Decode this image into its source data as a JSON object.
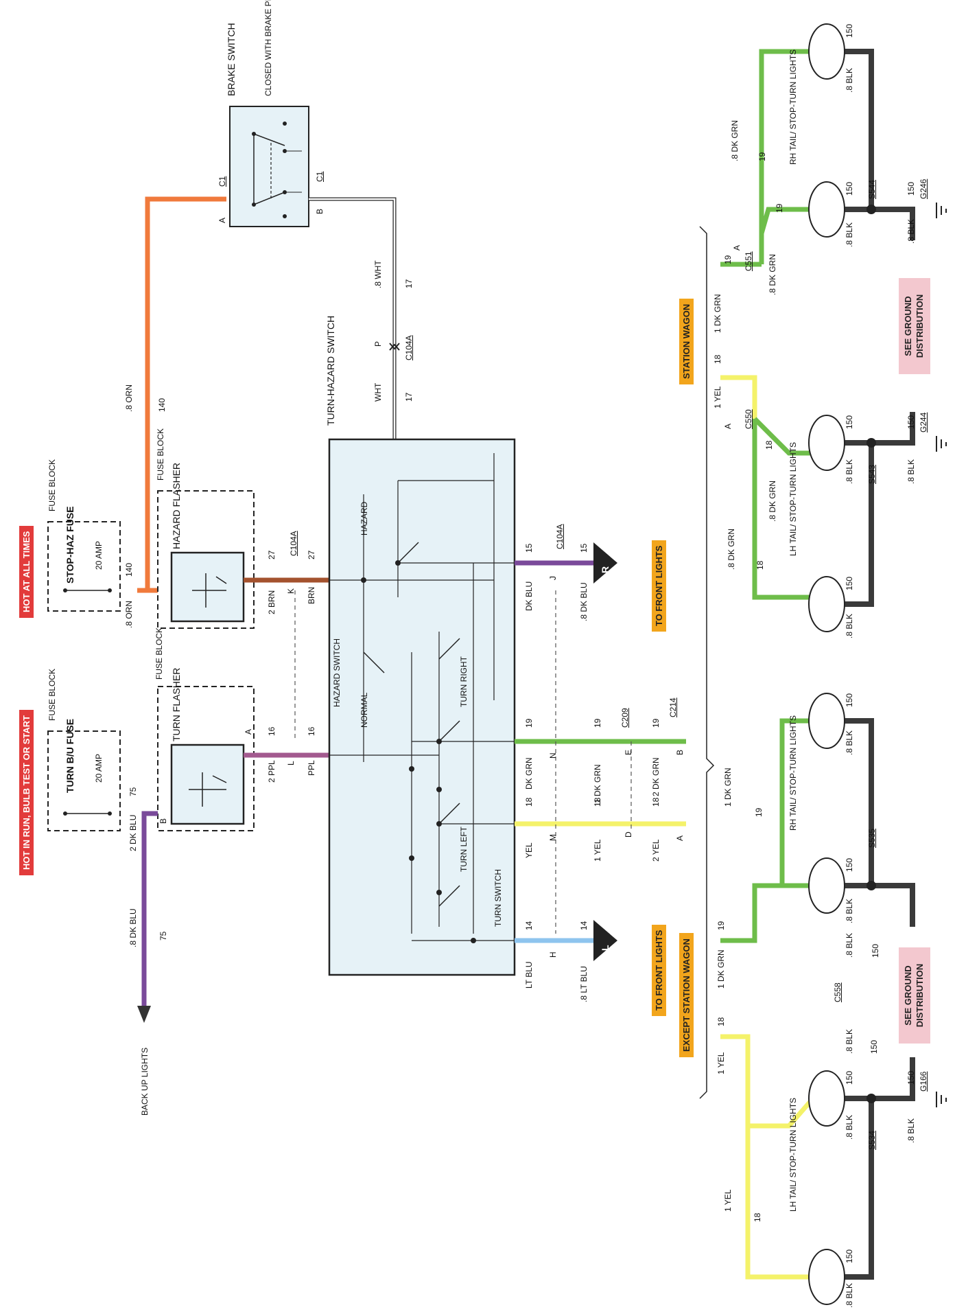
{
  "colors": {
    "orange_wire": "#f07a3c",
    "purple_wire": "#7a4a9a",
    "brown_wire": "#a4522e",
    "green_wire": "#6ebd4a",
    "yellow_wire": "#f4f26a",
    "light_blue_wire": "#8ec4ee",
    "black_wire": "#3a3a3a",
    "ppl_wire": "#a35a8f",
    "box_fill": "#e6f2f7",
    "hot_badge": "#e23b3b",
    "orange_badge": "#f2a51c",
    "pink_badge": "#f3c8cf"
  },
  "badges": {
    "hot_all_times": "HOT AT ALL TIMES",
    "hot_run": "HOT IN RUN, BULB TEST OR START",
    "to_front_right": "TO FRONT LIGHTS",
    "to_front_left": "TO FRONT LIGHTS",
    "station_wagon": "STATION WAGON",
    "except_station_wagon": "EXCEPT STATION WAGON",
    "see_ground_1": "SEE GROUND DISTRIBUTION",
    "see_ground_2": "SEE GROUND DISTRIBUTION"
  },
  "brake_switch": {
    "title": "BRAKE SWITCH",
    "note": "CLOSED WITH BRAKE PEDAL DEPRESSED",
    "conn_a": "A",
    "conn_a_id": "C1",
    "conn_b": "B",
    "conn_b_id": "C1"
  },
  "fuse_block_top": {
    "fuse_block_label": "FUSE BLOCK",
    "fuse_name": "STOP-HAZ FUSE",
    "fuse_amp": "20 AMP",
    "flasher_block_label": "FUSE BLOCK",
    "flasher_name": "HAZARD FLASHER"
  },
  "fuse_block_bottom": {
    "fuse_block_label": "FUSE BLOCK",
    "fuse_name": "TURN B/U FUSE",
    "fuse_amp": "20 AMP",
    "flasher_block_label": "FUSE BLOCK",
    "flasher_name": "TURN FLASHER",
    "pin_a": "A",
    "pin_b": "B"
  },
  "turn_hazard_switch": {
    "title": "TURN-HAZARD SWITCH",
    "hazard_switch": "HAZARD SWITCH",
    "hazard": "HAZARD",
    "normal": "NORMAL",
    "turn_right": "TURN RIGHT",
    "turn_left": "TURN LEFT",
    "turn_switch": "TURN SWITCH"
  },
  "connectors": {
    "c104a_top": "C104A",
    "c104a_mid": "C104A",
    "c104a_right": "C104A",
    "c209": "C209",
    "c214": "C214",
    "c550": "C550",
    "c551": "C551",
    "c558": "C558"
  },
  "splices": {
    "s534": "S534",
    "s535": "S535",
    "s543": "S543",
    "s544": "S544"
  },
  "grounds": {
    "g166": "G166",
    "g244": "G244",
    "g246": "G246"
  },
  "wires": {
    "orn_140_a": ".8 ORN",
    "orn_140_b": ".8 ORN",
    "num_140_a": "140",
    "num_140_b": "140",
    "brn_2": "2 BRN",
    "brn": "BRN",
    "num_27_a": "27",
    "num_27_b": "27",
    "k": "K",
    "ppl_2": "2 PPL",
    "ppl": "PPL",
    "num_16_a": "16",
    "num_16_b": "16",
    "l": "L",
    "dkblu_2": "2 DK BLU",
    "dkblu_08": ".8 DK BLU",
    "num_75_a": "75",
    "num_75_b": "75",
    "back_up": "BACK UP LIGHTS",
    "wht_08": ".8 WHT",
    "wht": "WHT",
    "p": "P",
    "num_17_a": "17",
    "num_17_b": "17",
    "dkblu_r": "DK BLU",
    "dkblu_r_08": ".8 DK BLU",
    "j": "J",
    "num_15_a": "15",
    "num_15_b": "15",
    "r_marker": "R",
    "l_marker": "L",
    "dkgrn": "DK GRN",
    "n": "N",
    "num_19_a": "19",
    "num_19_b": "19",
    "num_19_c": "19",
    "dkgrn_1": "1 DK GRN",
    "e": "E",
    "dkgrn_2": "2 DK GRN",
    "b_pin": "B",
    "yel": "YEL",
    "m": "M",
    "num_18_a": "18",
    "num_18_b": "18",
    "num_18_c": "18",
    "yel_1": "1 YEL",
    "d": "D",
    "yel_2": "2 YEL",
    "a_pin": "A",
    "ltblu": "LT BLU",
    "ltblu_08": ".8 LT BLU",
    "h": "H",
    "num_14_a": "14",
    "num_14_b": "14"
  },
  "lights": {
    "rh_tail_sw": "RH TAIL/ STOP-TURN LIGHTS",
    "lh_tail_sw": "LH TAIL/ STOP-TURN LIGHTS",
    "rh_tail_ex": "RH TAIL/ STOP-TURN LIGHTS",
    "lh_tail_ex": "LH TAIL/ STOP-TURN LIGHTS"
  },
  "sw_wires": {
    "dkgrn_08_top": ".8 DK GRN",
    "num_19_top": "19",
    "num_19_rh2": "19",
    "num_150_a": "150",
    "num_150_b": "150",
    "blk_08_a": ".8 BLK",
    "blk_08_b": ".8 BLK",
    "num_150_g246": "150",
    "blk_08_g246": ".8 BLK",
    "num_19_c551": "19",
    "a_c551": "A",
    "dkgrn_08_c551": ".8 DK GRN",
    "dkgrn_1_sw": "1 DK GRN",
    "num_18_sw": "18",
    "yel_1_sw": "1 YEL",
    "a_c550": "A",
    "num_18_c550": "18",
    "dkgrn_08_lh": ".8 DK GRN",
    "num_150_c": "150",
    "blk_08_c": ".8 BLK",
    "num_150_g244": "150",
    "blk_08_g244": ".8 BLK",
    "dkgrn_08_lh2": ".8 DK GRN",
    "num_18_lh2": "18",
    "num_150_d": "150",
    "blk_08_d": ".8 BLK"
  },
  "ex_wires": {
    "num_150_a": "150",
    "blk_08_a": ".8 BLK",
    "dkgrn_1": "1 DK GRN",
    "num_19_a": "19",
    "num_150_b": "150",
    "blk_08_b": ".8 BLK",
    "num_19_b": "19",
    "dkgrn_1_b": "1 DK GRN",
    "blk_08_c": ".8 BLK",
    "num_150_c": "150",
    "num_18_a": "18",
    "yel_1": "1 YEL",
    "num_150_d": "150",
    "blk_08_d": ".8 BLK",
    "num_150_e": "150",
    "num_150_g166": "150",
    "blk_08_g166": ".8 BLK",
    "blk_08_e": ".8 BLK",
    "yel_1_b": "1 YEL",
    "num_18_b": "18",
    "num_150_f": "150",
    "blk_08_f": ".8 BLK"
  }
}
